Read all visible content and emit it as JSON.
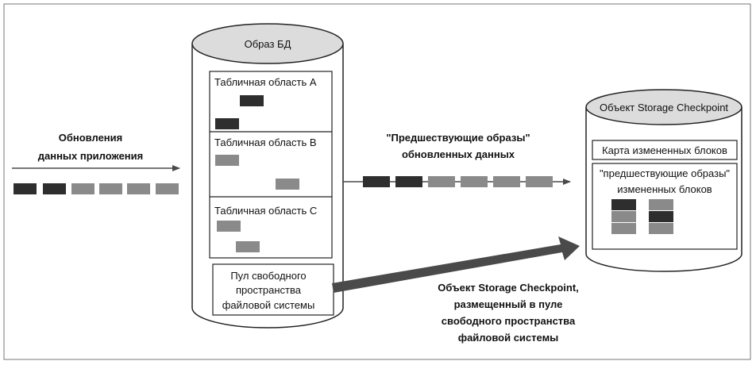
{
  "app_updates": {
    "line1": "Обновления",
    "line2": "данных приложения"
  },
  "db_image": {
    "title": "Образ БД",
    "tablespaces": [
      "Табличная область A",
      "Табличная область B",
      "Табличная область C"
    ],
    "free_pool": {
      "line1": "Пул свободного",
      "line2": "пространства",
      "line3": "файловой системы"
    }
  },
  "before_images": {
    "line1": "\"Предшествующие образы\"",
    "line2": "обновленных данных"
  },
  "checkpoint": {
    "title": "Объект Storage Checkpoint",
    "block_map": "Карта измененных блоков",
    "before_images_box": {
      "line1": "\"предшествующие образы\"",
      "line2": "измененных блоков"
    }
  },
  "pool_note": {
    "line1": "Объект Storage Checkpoint,",
    "line2": "размещенный в пуле",
    "line3": "свободного пространства",
    "line4": "файловой системы"
  },
  "colors": {
    "dark_block": "#2e2e2e",
    "light_block": "#8a8a8a",
    "cylinder_top": "#dcdcdc",
    "arrow": "#4a4a4a"
  }
}
